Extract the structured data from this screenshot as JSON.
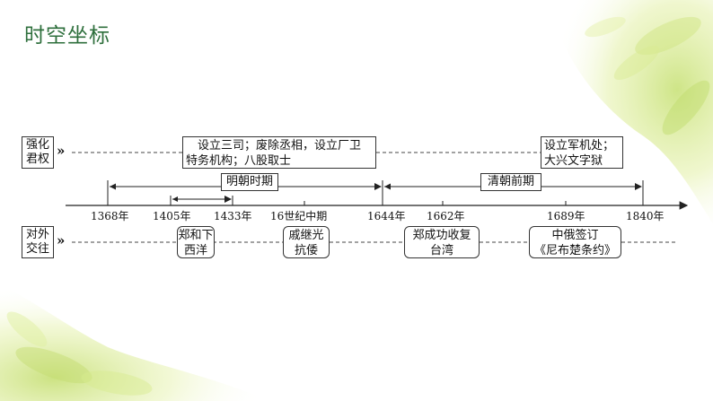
{
  "title": "时空坐标",
  "left_labels": {
    "top": [
      "强化",
      "君权"
    ],
    "bottom": [
      "对外",
      "交往"
    ]
  },
  "arrow_glyph": "»",
  "top_boxes": [
    {
      "lines": [
        "设立三司；废除丞相，设立厂卫",
        "特务机构；八股取士"
      ]
    },
    {
      "lines": [
        "设立军机处；",
        "大兴文字狱"
      ]
    }
  ],
  "periods": [
    "明朝时期",
    "清朝前期"
  ],
  "timeline_labels": [
    "1368年",
    "1405年",
    "1433年",
    "16世纪中期",
    "1644年",
    "1662年",
    "1689年",
    "1840年"
  ],
  "bottom_boxes": [
    {
      "lines": [
        "郑和下",
        "西洋"
      ]
    },
    {
      "lines": [
        "戚继光",
        "抗倭"
      ]
    },
    {
      "lines": [
        "郑成功收复",
        "台湾"
      ]
    },
    {
      "lines": [
        "中俄签订",
        "《尼布楚条约》"
      ]
    }
  ]
}
